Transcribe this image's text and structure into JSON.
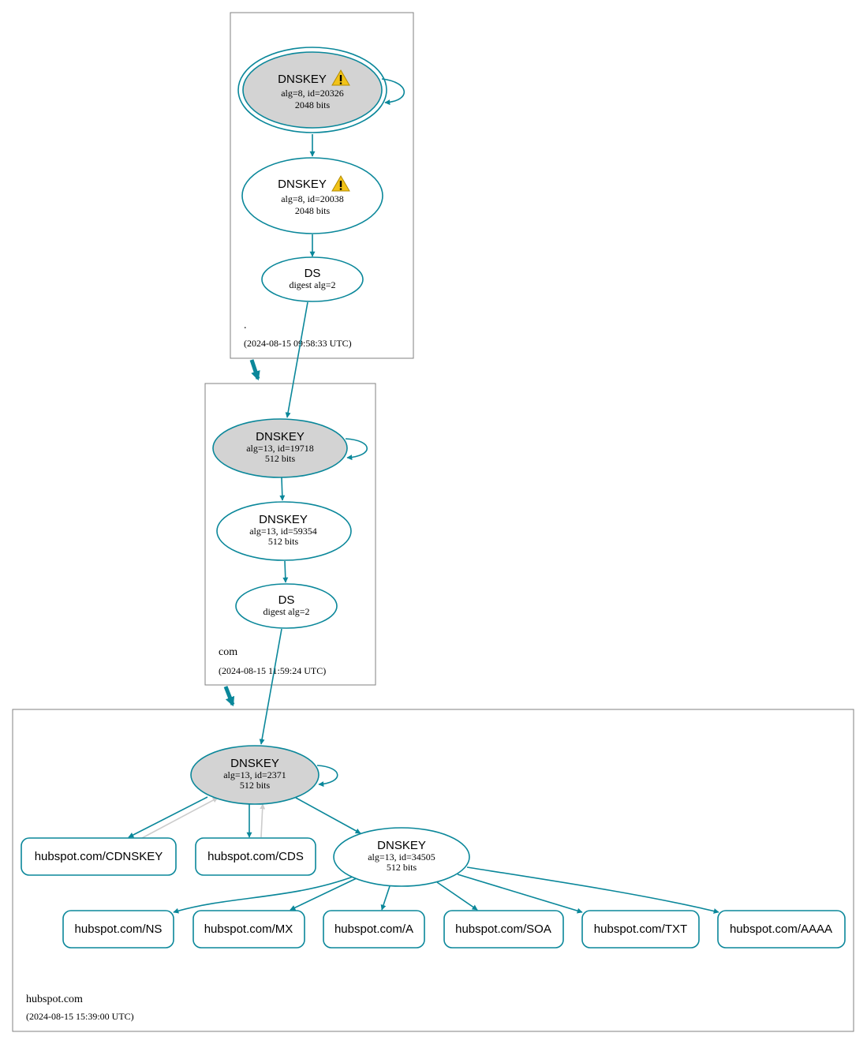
{
  "colors": {
    "edge": "#0a879a",
    "ksk_fill": "#d3d3d3",
    "zone_border": "#808080",
    "warning_fill": "#f2c318",
    "back_edge": "#cccccc"
  },
  "zones": {
    "root": {
      "name": ".",
      "timestamp": "(2024-08-15 09:58:33 UTC)"
    },
    "com": {
      "name": "com",
      "timestamp": "(2024-08-15 11:59:24 UTC)"
    },
    "hubspot": {
      "name": "hubspot.com",
      "timestamp": "(2024-08-15 15:39:00 UTC)"
    }
  },
  "nodes": {
    "root_ksk": {
      "title": "DNSKEY",
      "line1": "alg=8, id=20326",
      "line2": "2048 bits",
      "icon": "warning-icon"
    },
    "root_zsk": {
      "title": "DNSKEY",
      "line1": "alg=8, id=20038",
      "line2": "2048 bits",
      "icon": "warning-icon"
    },
    "root_ds": {
      "title": "DS",
      "line1": "digest alg=2"
    },
    "com_ksk": {
      "title": "DNSKEY",
      "line1": "alg=13, id=19718",
      "line2": "512 bits"
    },
    "com_zsk": {
      "title": "DNSKEY",
      "line1": "alg=13, id=59354",
      "line2": "512 bits"
    },
    "com_ds": {
      "title": "DS",
      "line1": "digest alg=2"
    },
    "hub_ksk": {
      "title": "DNSKEY",
      "line1": "alg=13, id=2371",
      "line2": "512 bits"
    },
    "hub_zsk": {
      "title": "DNSKEY",
      "line1": "alg=13, id=34505",
      "line2": "512 bits"
    }
  },
  "records": {
    "cdnskey": "hubspot.com/CDNSKEY",
    "cds": "hubspot.com/CDS",
    "ns": "hubspot.com/NS",
    "mx": "hubspot.com/MX",
    "a": "hubspot.com/A",
    "soa": "hubspot.com/SOA",
    "txt": "hubspot.com/TXT",
    "aaaa": "hubspot.com/AAAA"
  }
}
